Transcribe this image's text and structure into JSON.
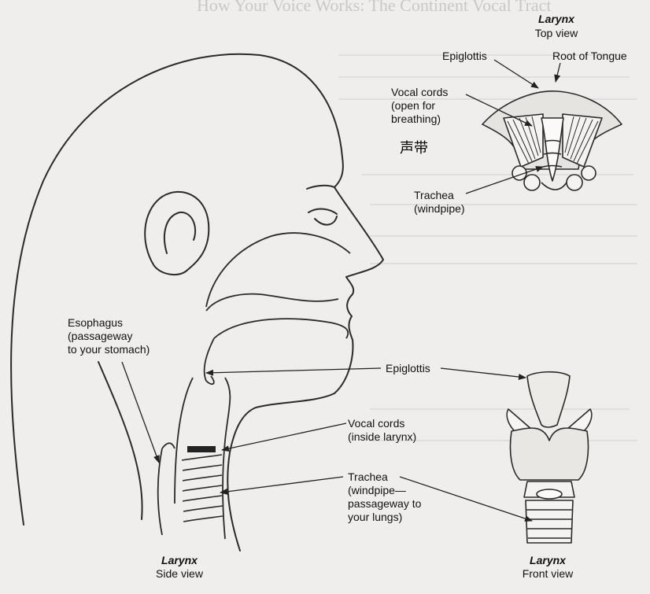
{
  "background_color": "#efeeec",
  "line_color": "#2a2a2a",
  "bleed_through_text": "How Your Voice Works: The Continent Vocal Tract",
  "top_view": {
    "title": "Larynx",
    "subtitle": "Top view",
    "epiglottis": "Epiglottis",
    "root_of_tongue": "Root of Tongue",
    "vocal_cords": [
      "Vocal cords",
      "(open for",
      "breathing)"
    ],
    "chinese_note": "声带",
    "trachea": [
      "Trachea",
      "(windpipe)"
    ]
  },
  "side_view": {
    "esophagus": [
      "Esophagus",
      "(passageway",
      "to your stomach)"
    ],
    "epiglottis": "Epiglottis",
    "vocal_cords": [
      "Vocal cords",
      "(inside larynx)"
    ],
    "trachea": [
      "Trachea",
      "(windpipe—",
      "passageway to",
      "your lungs)"
    ],
    "caption_title": "Larynx",
    "caption_sub": "Side view"
  },
  "front_view": {
    "caption_title": "Larynx",
    "caption_sub": "Front view"
  }
}
